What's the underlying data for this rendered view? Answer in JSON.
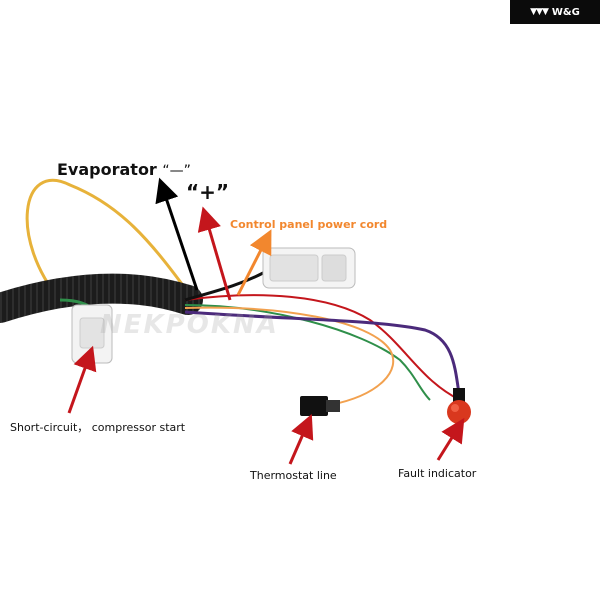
{
  "brand": {
    "logo_mark": "▼▼▼",
    "text": "W&G"
  },
  "watermark": "NEKPOKNA",
  "labels": {
    "evaporator": "Evaporator",
    "evaporator_sign": "“—”",
    "plus": "“+”",
    "control_panel": "Control panel power cord",
    "short_circuit": "Short-circuit， compressor start",
    "thermostat": "Thermostat line",
    "fault": "Fault indicator"
  },
  "colors": {
    "arrow_red": "#c4161c",
    "arrow_black": "#000000",
    "arrow_orange": "#f2872e",
    "wire_yellow": "#e7b23a",
    "wire_green": "#2f8f4a",
    "wire_purple": "#4b2a7b",
    "conduit": "#1c1c1c",
    "connector_white": "#eeeeee",
    "connector_red": "#d9381e"
  }
}
